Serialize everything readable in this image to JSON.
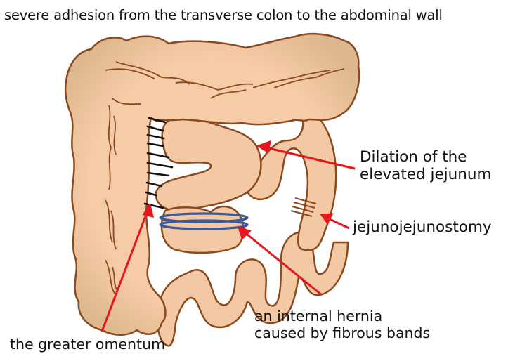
{
  "figure": {
    "title": "severe adhesion from the transverse colon to the abdominal wall",
    "labels": {
      "dilation": [
        "Dilation of the",
        "elevated jejunum"
      ],
      "jejunojejunostomy": "jejunojejunostomy",
      "hernia": [
        "an internal hernia",
        "caused by fibrous bands"
      ],
      "omentum": "the greater omentum"
    },
    "colors": {
      "bowel_fill": "#F6CBA8",
      "bowel_shadow": "#D9B48A",
      "bowel_outline": "#8A4A1E",
      "arrow": "#E8161B",
      "fibrous_band": "#3B5A9A",
      "adhesion_lines": "#111111",
      "text": "#111111"
    },
    "structures": [
      "transverse colon",
      "ascending colon",
      "descending colon",
      "elevated jejunum (dilated)",
      "small bowel loops",
      "adhesion bands (greater omentum)",
      "fibrous bands ring (internal hernia)",
      "jejunojejunostomy anastomosis"
    ]
  }
}
